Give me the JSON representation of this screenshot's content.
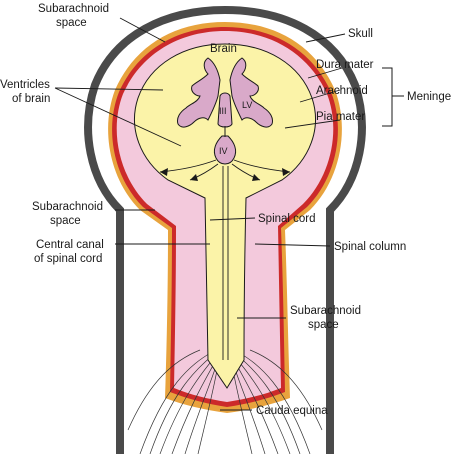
{
  "labels": {
    "subarachnoid_top_1": "Subarachnoid",
    "subarachnoid_top_2": "space",
    "brain": "Brain",
    "skull": "Skull",
    "ventricles_1": "Ventricles",
    "ventricles_2": "of brain",
    "dura_mater": "Dura mater",
    "arachnoid": "Arachnoid",
    "pia_mater": "Pia mater",
    "meninges": "Meninges",
    "lv": "LV",
    "iii": "III",
    "iv": "IV",
    "subarachnoid_mid_1": "Subarachnoid",
    "subarachnoid_mid_2": "space",
    "spinal_cord": "Spinal cord",
    "central_canal_1": "Central canal",
    "central_canal_2": "of spinal cord",
    "spinal_column": "Spinal column",
    "subarachnoid_low_1": "Subarachnoid",
    "subarachnoid_low_2": "space",
    "cauda_equina": "Cauda equina"
  },
  "colors": {
    "skull": "#4a4a4a",
    "dura_mater": "#e8a33d",
    "arachnoid": "#cc2a2a",
    "subarachnoid_space": "#f3c9dc",
    "brain_tissue": "#fbf3a8",
    "ventricles": "#d9a9c9"
  }
}
